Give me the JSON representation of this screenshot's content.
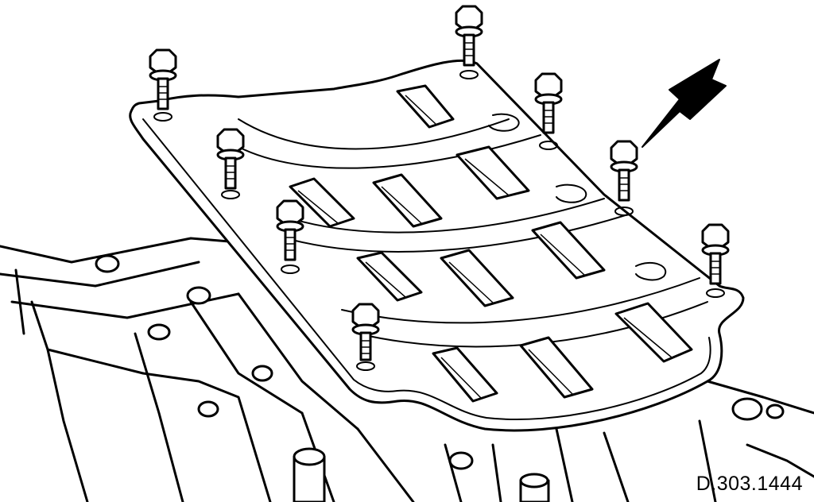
{
  "figure": {
    "reference_code": "D.303.1444",
    "parts": {
      "block": "engine-block",
      "plate": "baffle-plate",
      "bolt": "flange-bolt",
      "arrow": "indicator-arrow"
    }
  }
}
